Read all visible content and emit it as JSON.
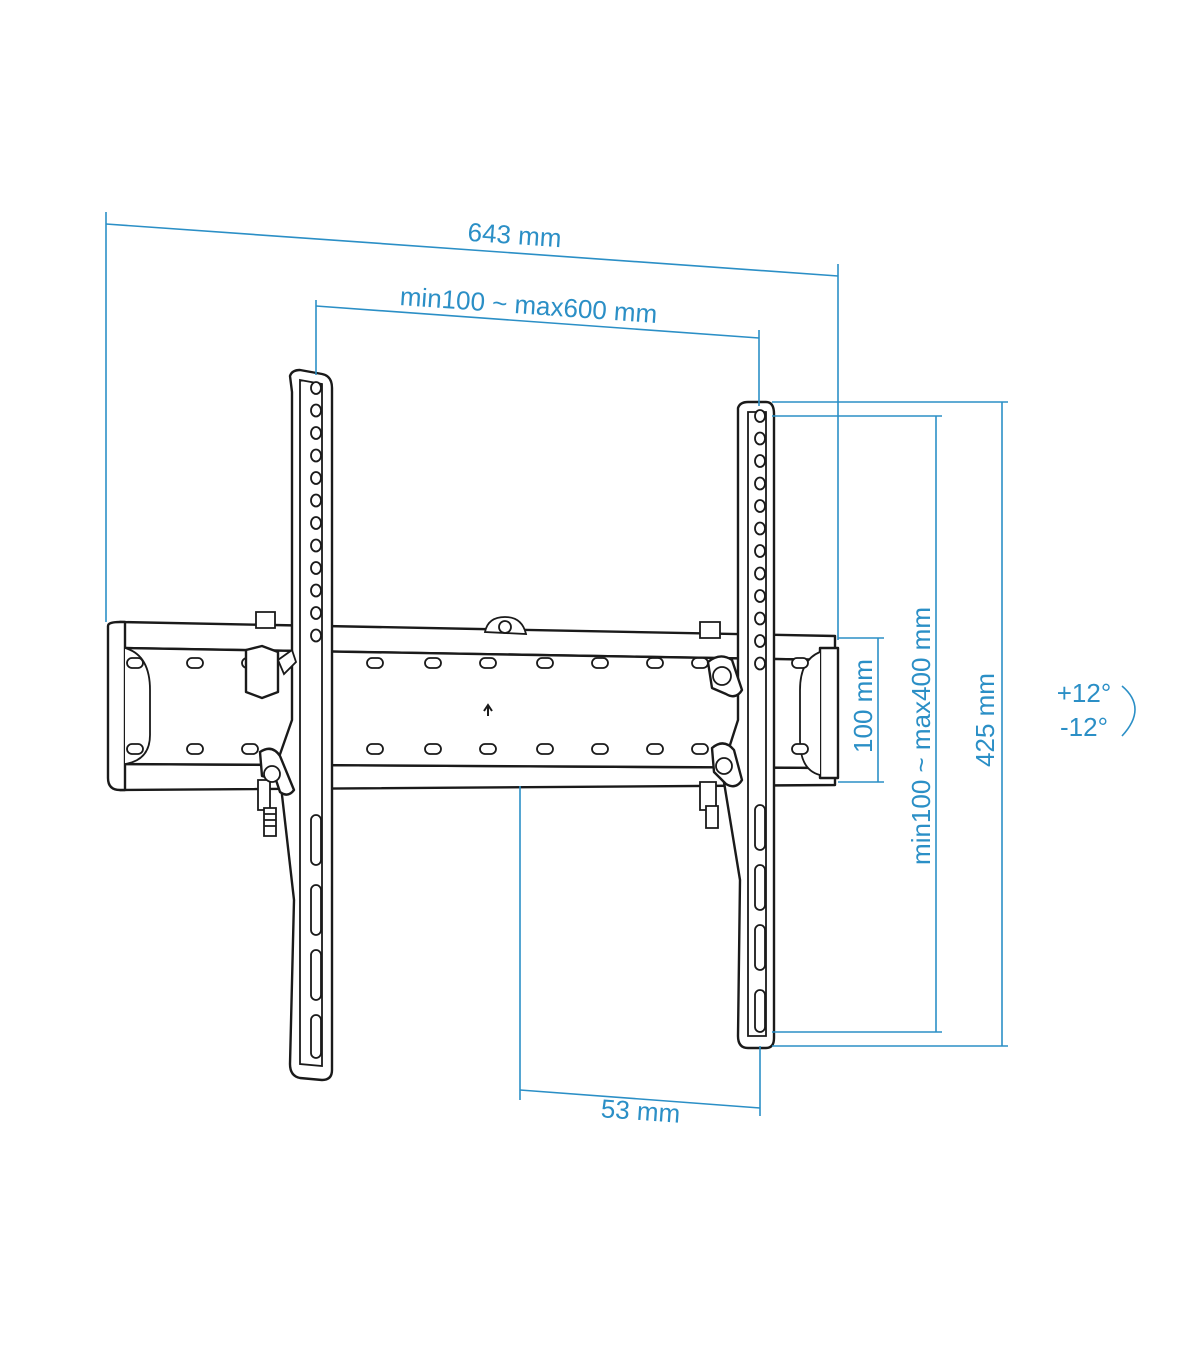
{
  "dimensions": {
    "overall_width": "643 mm",
    "vesa_horizontal": "min100 ~ max600 mm",
    "rail_spacing": "100 mm",
    "vesa_vertical": "min100 ~ max400 mm",
    "overall_height": "425 mm",
    "depth": "53 mm",
    "tilt_up": "+12°",
    "tilt_down": "-12°"
  },
  "colors": {
    "dimension": "#2b8fc6",
    "outline": "#1a1a1a"
  }
}
